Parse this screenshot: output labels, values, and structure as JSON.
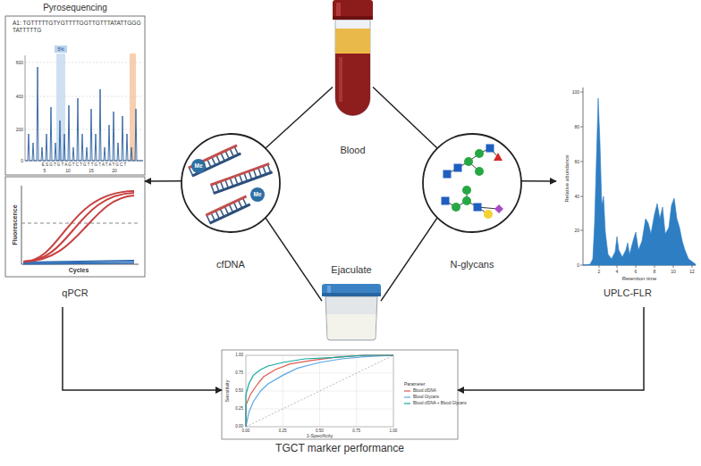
{
  "diagram": {
    "nodes": [
      {
        "text": [
          "Pyrosequencing"
        ]
      },
      {
        "text": [
          "Blood"
        ]
      },
      {
        "text": [
          "cfDNA"
        ]
      },
      {
        "text": [
          "N-glycans"
        ]
      },
      {
        "text": [
          "UPLC-FLR"
        ]
      },
      {
        "text": [
          "qPCR"
        ]
      },
      {
        "text": [
          "Ejaculate"
        ]
      },
      {
        "text": [
          "TGCT marker performance"
        ]
      }
    ],
    "edges": [
      {
        "from": 1,
        "to": 2,
        "arrow": "none"
      },
      {
        "from": 1,
        "to": 3,
        "arrow": "none"
      },
      {
        "from": 6,
        "to": 2,
        "arrow": "none"
      },
      {
        "from": 6,
        "to": 3,
        "arrow": "none"
      },
      {
        "from": 2,
        "to": 5,
        "arrow": "to"
      },
      {
        "from": 3,
        "to": 4,
        "arrow": "to"
      },
      {
        "from": 5,
        "to": 7,
        "arrow": "to"
      },
      {
        "from": 4,
        "to": 7,
        "arrow": "to"
      }
    ],
    "labels": [
      "A1: TGTTTTTGTYGTTTTGGTTGTTTATATTGGGTATTTTTG",
      "5%",
      "600",
      "400",
      "200",
      "0",
      "E S G T G T A G T C T G T T G T A T A T G C T",
      "5",
      "10",
      "15",
      "20",
      "Fluorescence",
      "Cycles",
      "100",
      "80",
      "60",
      "40",
      "20",
      "0",
      "Relative abundance",
      "2",
      "4",
      "6",
      "8",
      "10",
      "12",
      "Retention time",
      "1.00",
      "0.75",
      "0.50",
      "0.25",
      "0.00",
      "Sensitivity",
      "0.00",
      "0.25",
      "0.50",
      "0.75",
      "1.00",
      "1-Specificity",
      "Parameter",
      "Me",
      "Me"
    ],
    "legend": [
      {
        "text": "Blood cfDNA"
      },
      {
        "text": "Blood Glycans"
      },
      {
        "text": "Blood cfDNA + Blood Glycans"
      }
    ]
  }
}
